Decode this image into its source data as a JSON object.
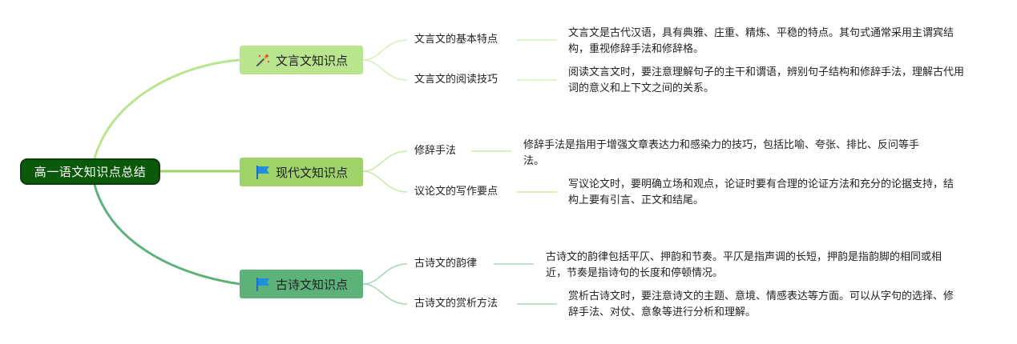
{
  "root": {
    "label": "高一语文知识点总结"
  },
  "branches": [
    {
      "label": "文言文知识点",
      "icon": "magic-wand-icon",
      "color": "#b8e58e",
      "children": [
        {
          "label": "文言文的基本特点",
          "desc": "文言文是古代汉语，具有典雅、庄重、精炼、平稳的特点。其句式通常采用主谓宾结构，重视修辞手法和修辞格。"
        },
        {
          "label": "文言文的阅读技巧",
          "desc": "阅读文言文时，要注意理解句子的主干和谓语，辨别句子结构和修辞手法，理解古代用词的意义和上下文之间的关系。"
        }
      ]
    },
    {
      "label": "现代文知识点",
      "icon": "blue-flag-icon",
      "color": "#9ed36a",
      "children": [
        {
          "label": "修辞手法",
          "desc": "修辞手法是指用于增强文章表达力和感染力的技巧，包括比喻、夸张、排比、反问等手法。"
        },
        {
          "label": "议论文的写作要点",
          "desc": "写议论文时，要明确立场和观点，论证时要有合理的论证方法和充分的论据支持，结构上要有引言、正文和结尾。"
        }
      ]
    },
    {
      "label": "古诗文知识点",
      "icon": "blue-flag-icon",
      "color": "#5db27a",
      "children": [
        {
          "label": "古诗文的韵律",
          "desc": "古诗文的韵律包括平仄、押韵和节奏。平仄是指声调的长短，押韵是指韵脚的相同或相近，节奏是指诗句的长度和停顿情况。"
        },
        {
          "label": "古诗文的赏析方法",
          "desc": "赏析古诗文时，要注意诗文的主题、意境、情感表达等方面。可以从字句的选择、修辞手法、对仗、意象等进行分析和理解。"
        }
      ]
    }
  ]
}
